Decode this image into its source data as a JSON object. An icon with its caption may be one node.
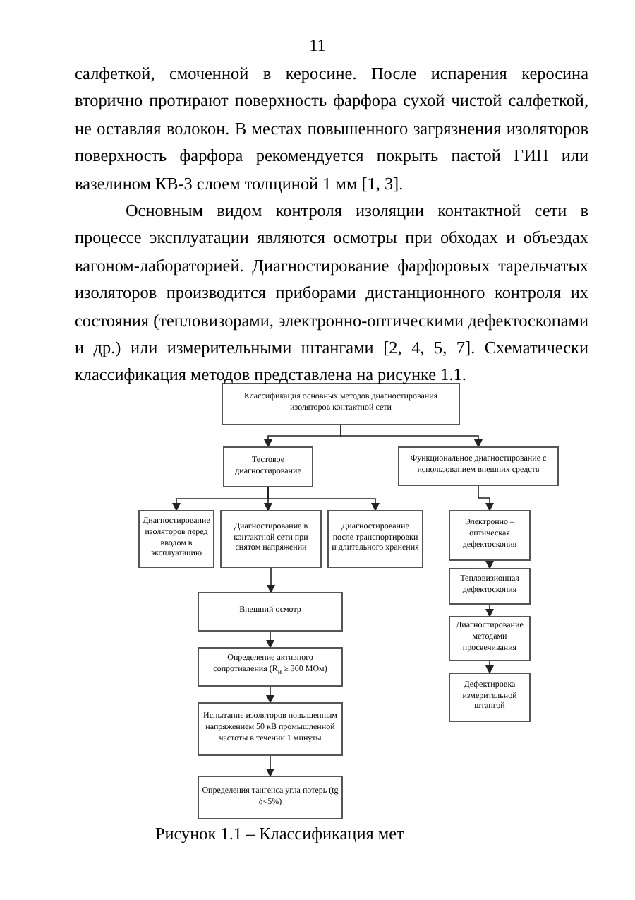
{
  "diagram": {
    "caption": "Рисунок 1.1 – Классификация мет",
    "nodes": [
      {
        "text": [
          "Классификация основных методов диагностирования изоляторов контактной сети"
        ]
      },
      {
        "text": [
          "Тестовое диагностирование"
        ]
      },
      {
        "text": [
          "Функциональное диагностирование с использованием внешних средств"
        ]
      },
      {
        "text": [
          "Диагностирование изоляторов перед вводом в эксплуатацию"
        ]
      },
      {
        "text": [
          "Диагностирование в контактной сети при снятом напряжении"
        ]
      },
      {
        "text": [
          "Диагностирование после транспортировки и длительного хранения"
        ]
      },
      {
        "text": [
          "Электронно – оптическая дефектоскопия"
        ]
      },
      {
        "text": [
          "Тепловизионная дефектоскопия"
        ]
      },
      {
        "text": [
          "Диагностирование методами просвечивания"
        ]
      },
      {
        "text": [
          "Дефектировка измерительной штангой"
        ]
      },
      {
        "text": [
          "Внешний осмотр"
        ]
      },
      {
        "text": [
          "Определение активного сопротивления (R$_{и}$ ≥ 300 МОм)"
        ]
      },
      {
        "text": [
          "Испытание изоляторов повышенным напряжением 50 кВ промышленной частоты в течении 1 минуты"
        ]
      },
      {
        "text": [
          "Определения тангенса угла потерь (tg δ<5%)"
        ]
      }
    ],
    "edges": [
      {
        "from": 0,
        "to": 1,
        "arrow": "to"
      },
      {
        "from": 0,
        "to": 2,
        "arrow": "to"
      },
      {
        "from": 1,
        "to": 3,
        "arrow": "to"
      },
      {
        "from": 1,
        "to": 4,
        "arrow": "to"
      },
      {
        "from": 1,
        "to": 5,
        "arrow": "to"
      },
      {
        "from": 2,
        "to": 6,
        "arrow": "to"
      },
      {
        "from": 6,
        "to": 7,
        "arrow": "to"
      },
      {
        "from": 7,
        "to": 8,
        "arrow": "to"
      },
      {
        "from": 8,
        "to": 9,
        "arrow": "to"
      },
      {
        "from": 4,
        "to": 10,
        "arrow": "to"
      },
      {
        "from": 10,
        "to": 11,
        "arrow": "to"
      },
      {
        "from": 11,
        "to": 12,
        "arrow": "to"
      },
      {
        "from": 12,
        "to": 13,
        "arrow": "to"
      }
    ],
    "labels": [
      "11",
      "салфеткой, смоченной в керосине. После испарения керосина вторично протирают поверхность фарфора сухой чистой салфеткой, не оставляя волокон. В местах повышенного загрязнения изоляторов поверхность фарфора рекомендуется покрыть пастой ГИП или вазелином КВ-3 слоем толщиной 1 мм [1, 3].",
      "Основным видом контроля изоляции контактной сети в процессе эксплуатации являются осмотры при обходах и объездах вагоном-лабораторией. Диагностирование фарфоровых тарельчатых изоляторов производится приборами дистанционного контроля их состояния (тепловизорами, электронно-оптическими дефектоскопами и др.) или измерительными штангами [2, 4, 5, 7]. Схематически классификация методов представлена на рисунке 1.1."
    ]
  }
}
